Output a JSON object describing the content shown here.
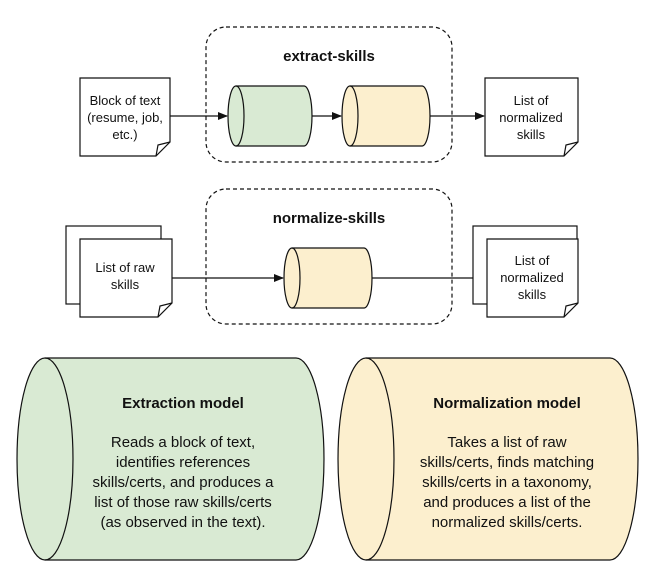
{
  "colors": {
    "extraction_fill": "#d9ead3",
    "normalization_fill": "#fcefce",
    "stroke": "#111111",
    "background": "#ffffff"
  },
  "extract_pipeline": {
    "title": "extract-skills",
    "input_doc": [
      "Block of text",
      "(resume, job,",
      "etc.)"
    ],
    "output_doc": [
      "List of",
      "normalized",
      "skills"
    ]
  },
  "normalize_pipeline": {
    "title": "normalize-skills",
    "input_doc": [
      "List of raw",
      "skills"
    ],
    "output_doc": [
      "List of",
      "normalized",
      "skills"
    ]
  },
  "extraction_model": {
    "title": "Extraction model",
    "description": [
      "Reads a block of text,",
      "identifies references",
      "skills/certs, and produces a",
      "list of those raw skills/certs",
      "(as observed in the text)."
    ]
  },
  "normalization_model": {
    "title": "Normalization model",
    "description": [
      "Takes a list of raw",
      "skills/certs, finds matching",
      "skills/certs in a taxonomy,",
      "and produces a list of the",
      "normalized skills/certs."
    ]
  }
}
